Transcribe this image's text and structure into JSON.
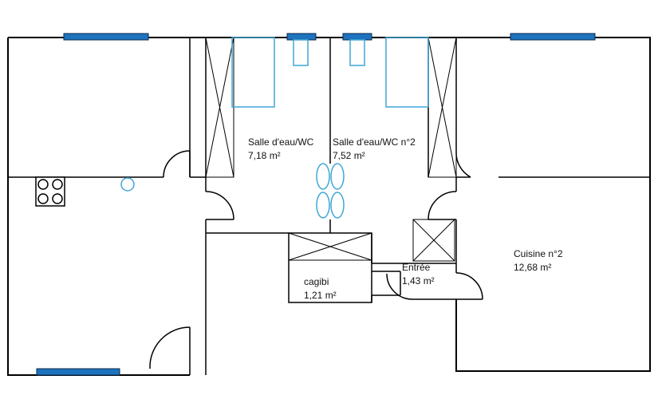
{
  "plan": {
    "wall_color": "#000000",
    "window_color": "#1e73be",
    "fixture_color": "#3fa7d6",
    "rooms": [
      {
        "id": "sde1",
        "name": "Salle d'eau/WC",
        "area": "7,18  m²"
      },
      {
        "id": "sde2",
        "name": "Salle d'eau/WC n°2",
        "area": "7,52  m²"
      },
      {
        "id": "cagibi",
        "name": "cagibi",
        "area": "1,21  m²"
      },
      {
        "id": "entree",
        "name": "Entrée",
        "area": "1,43  m²"
      },
      {
        "id": "cuisine2",
        "name": "Cuisine n°2",
        "area": "12,68  m²"
      }
    ],
    "icons": {
      "stove": "cooktop-icon",
      "sink": "sink-icon",
      "showers": "shower-tray-icon",
      "basins": "washbasin-icon",
      "toilets": "toilet-icon",
      "closets": "closet-icon"
    }
  }
}
